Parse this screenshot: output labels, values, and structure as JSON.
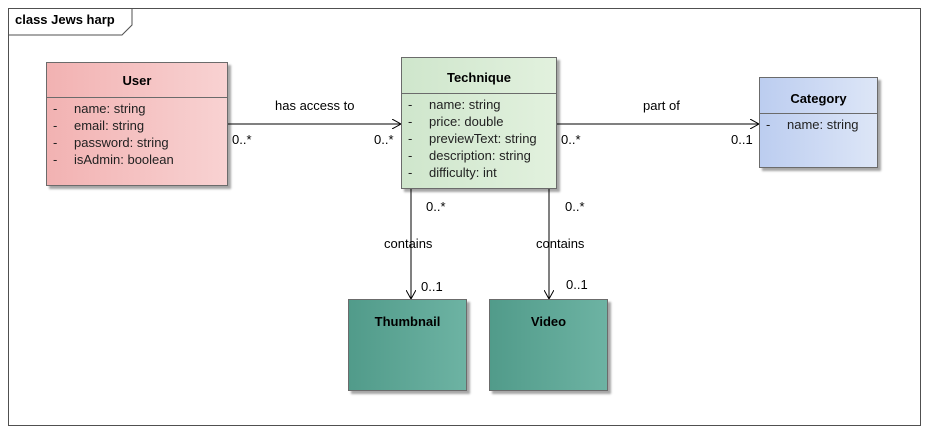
{
  "diagram": {
    "title": "class Jews harp",
    "classes": {
      "user": {
        "name": "User",
        "attributes": [
          {
            "vis": "-",
            "text": "name: string"
          },
          {
            "vis": "-",
            "text": "email: string"
          },
          {
            "vis": "-",
            "text": "password: string"
          },
          {
            "vis": "-",
            "text": "isAdmin: boolean"
          }
        ]
      },
      "technique": {
        "name": "Technique",
        "attributes": [
          {
            "vis": "-",
            "text": "name: string"
          },
          {
            "vis": "-",
            "text": "price: double"
          },
          {
            "vis": "-",
            "text": "previewText: string"
          },
          {
            "vis": "-",
            "text": "description: string"
          },
          {
            "vis": "-",
            "text": "difficulty: int"
          }
        ]
      },
      "category": {
        "name": "Category",
        "attributes": [
          {
            "vis": "-",
            "text": "name: string"
          }
        ]
      },
      "thumbnail": {
        "name": "Thumbnail"
      },
      "video": {
        "name": "Video"
      }
    },
    "associations": {
      "user_technique": {
        "label": "has access to",
        "source_mult": "0..*",
        "target_mult": "0..*"
      },
      "technique_category": {
        "label": "part of",
        "source_mult": "0..*",
        "target_mult": "0..1"
      },
      "technique_thumbnail": {
        "label": "contains",
        "source_mult": "0..*",
        "target_mult": "0..1"
      },
      "technique_video": {
        "label": "contains",
        "source_mult": "0..*",
        "target_mult": "0..1"
      }
    }
  },
  "colors": {
    "user_fill": "#f4c0c0",
    "technique_fill": "#d6ecd2",
    "category_fill": "#c9d7f2",
    "component_fill": "#5fa898",
    "line": "#000000"
  }
}
